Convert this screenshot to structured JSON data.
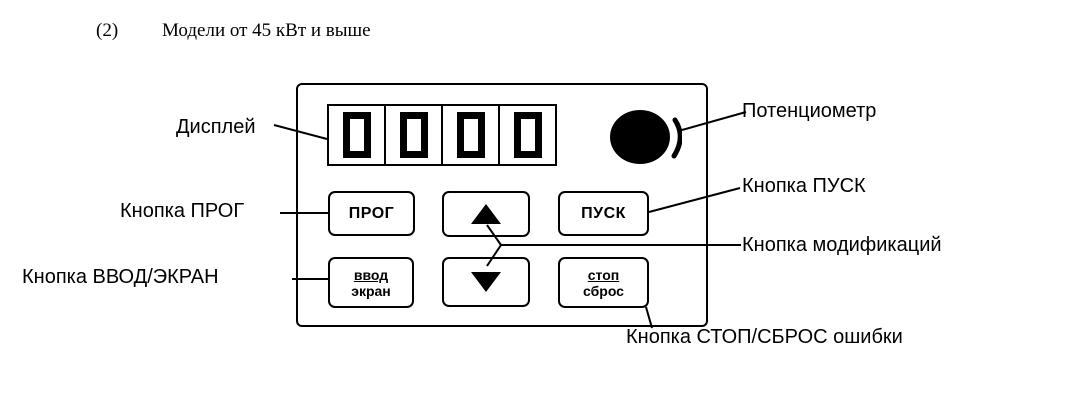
{
  "heading": {
    "number": "(2)",
    "text": "Модели от 45 кВт и выше"
  },
  "display": {
    "digits": [
      "0",
      "0",
      "0",
      "0"
    ]
  },
  "buttons": {
    "prog": "ПРОГ",
    "pusk": "ПУСК",
    "vvod_top": "ввод",
    "vvod_bottom": "экран",
    "stop_top": "стоп",
    "stop_bottom": "сброс",
    "up_symbol": "▲",
    "down_symbol": "▼"
  },
  "callouts": {
    "display": "Дисплей",
    "potentiometer": "Потенциометр",
    "prog": "Кнопка ПРОГ",
    "pusk": "Кнопка ПУСК",
    "modify": "Кнопка модификаций",
    "vvod": "Кнопка ВВОД/ЭКРАН",
    "stop": "Кнопка СТОП/СБРОС ошибки"
  }
}
